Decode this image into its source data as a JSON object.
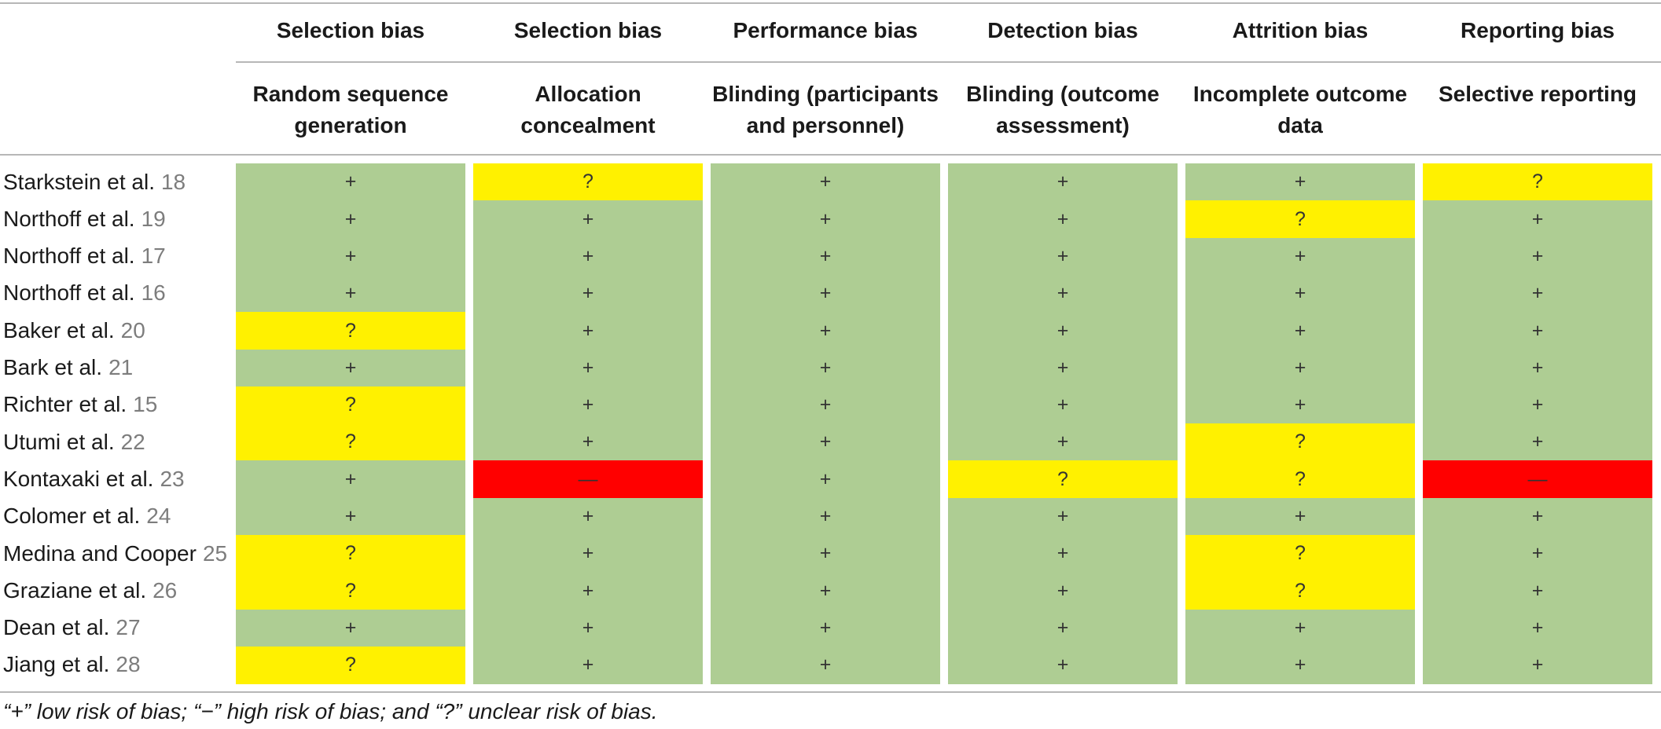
{
  "colors": {
    "low": "#aecd93",
    "unclear": "#fff100",
    "high": "#ff0000"
  },
  "header": {
    "domains": [
      "Selection bias",
      "Selection bias",
      "Performance bias",
      "Detection bias",
      "Attrition bias",
      "Reporting bias"
    ],
    "items": [
      [
        "Random sequence",
        "generation"
      ],
      [
        "Allocation",
        "concealment"
      ],
      [
        "Blinding (participants",
        "and personnel)"
      ],
      [
        "Blinding (outcome",
        "assessment)"
      ],
      [
        "Incomplete outcome",
        "data"
      ],
      [
        "Selective reporting"
      ]
    ]
  },
  "rows": [
    {
      "study": "Starkstein et al.",
      "ref": "18",
      "ratings": [
        "+",
        "?",
        "+",
        "+",
        "+",
        "?"
      ]
    },
    {
      "study": "Northoff et al.",
      "ref": "19",
      "ratings": [
        "+",
        "+",
        "+",
        "+",
        "?",
        "+"
      ]
    },
    {
      "study": "Northoff et al.",
      "ref": "17",
      "ratings": [
        "+",
        "+",
        "+",
        "+",
        "+",
        "+"
      ]
    },
    {
      "study": "Northoff et al.",
      "ref": "16",
      "ratings": [
        "+",
        "+",
        "+",
        "+",
        "+",
        "+"
      ]
    },
    {
      "study": "Baker et al.",
      "ref": "20",
      "ratings": [
        "?",
        "+",
        "+",
        "+",
        "+",
        "+"
      ]
    },
    {
      "study": "Bark et al.",
      "ref": "21",
      "ratings": [
        "+",
        "+",
        "+",
        "+",
        "+",
        "+"
      ]
    },
    {
      "study": "Richter et al.",
      "ref": "15",
      "ratings": [
        "?",
        "+",
        "+",
        "+",
        "+",
        "+"
      ]
    },
    {
      "study": "Utumi et al.",
      "ref": "22",
      "ratings": [
        "?",
        "+",
        "+",
        "+",
        "?",
        "+"
      ]
    },
    {
      "study": "Kontaxaki et al.",
      "ref": "23",
      "ratings": [
        "+",
        "—",
        "+",
        "?",
        "?",
        "—"
      ]
    },
    {
      "study": "Colomer et al.",
      "ref": "24",
      "ratings": [
        "+",
        "+",
        "+",
        "+",
        "+",
        "+"
      ]
    },
    {
      "study": "Medina and Cooper",
      "ref": "25",
      "ratings": [
        "?",
        "+",
        "+",
        "+",
        "?",
        "+"
      ]
    },
    {
      "study": "Graziane et al.",
      "ref": "26",
      "ratings": [
        "?",
        "+",
        "+",
        "+",
        "?",
        "+"
      ]
    },
    {
      "study": "Dean et al.",
      "ref": "27",
      "ratings": [
        "+",
        "+",
        "+",
        "+",
        "+",
        "+"
      ]
    },
    {
      "study": "Jiang et al.",
      "ref": "28",
      "ratings": [
        "?",
        "+",
        "+",
        "+",
        "+",
        "+"
      ]
    }
  ],
  "footnote": "“+” low risk of bias; “−” high risk of bias; and “?” unclear risk of bias."
}
